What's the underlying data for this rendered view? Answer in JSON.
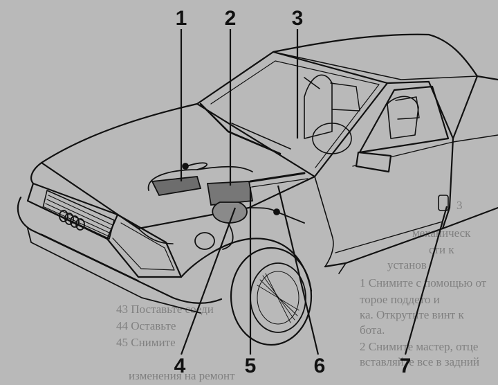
{
  "figure": {
    "callouts": [
      {
        "id": "1",
        "label": "1"
      },
      {
        "id": "2",
        "label": "2"
      },
      {
        "id": "3",
        "label": "3"
      },
      {
        "id": "4",
        "label": "4"
      },
      {
        "id": "5",
        "label": "5"
      },
      {
        "id": "6",
        "label": "6"
      },
      {
        "id": "7",
        "label": "7"
      }
    ]
  },
  "background_page": {
    "lines": [
      "3",
      "механическ",
      "сти к",
      "установ",
      "1 Снимите с помощью от",
      "торое поддето и",
      "ка. Открутите винт к",
      "бота.",
      "2 Снимите мастер, отце",
      "вставляйте все в задний",
      "43 Поставьте соеди",
      "44 Оставьте",
      "45 Снимите",
      "изменения на ремонт"
    ]
  },
  "colors": {
    "paper": "#b9b9b9",
    "ink": "#111111",
    "bleed": "#6d6d6d"
  }
}
